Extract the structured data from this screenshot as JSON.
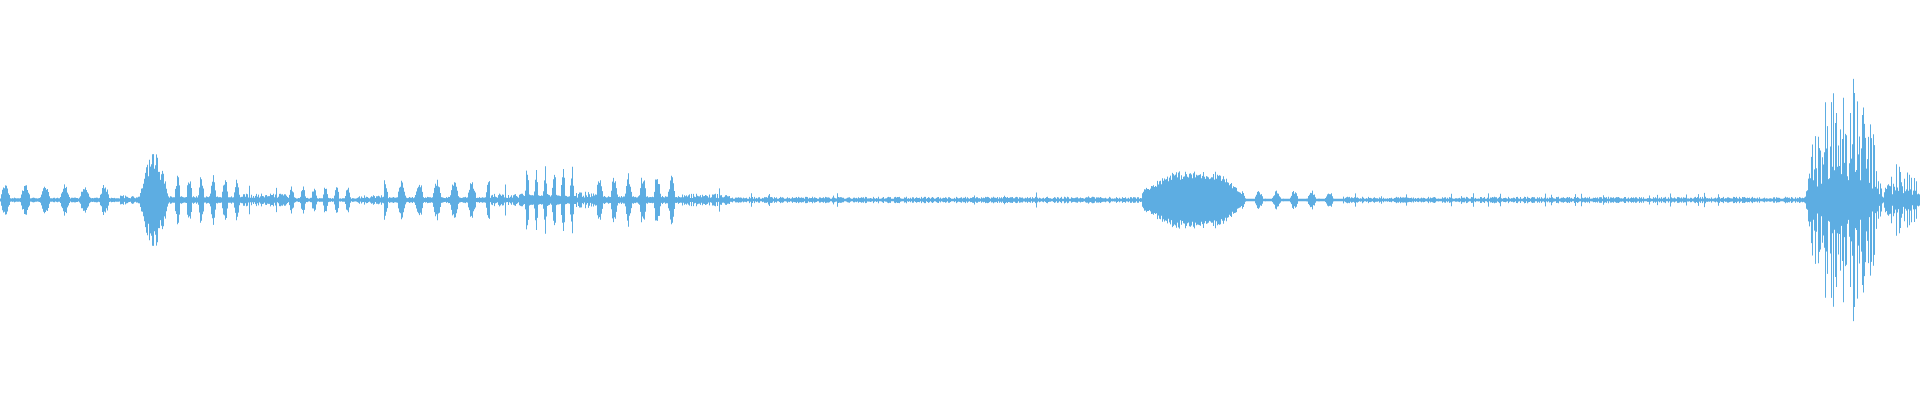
{
  "waveform": {
    "color": "#5dade2",
    "background": "#ffffff",
    "baseline_amplitude": 0.008,
    "segments": [
      {
        "start": 0.0,
        "end": 0.062,
        "amplitude": 0.1,
        "pattern": "bursts"
      },
      {
        "start": 0.062,
        "end": 0.072,
        "amplitude": 0.03,
        "pattern": "quiet"
      },
      {
        "start": 0.072,
        "end": 0.088,
        "amplitude": 0.3,
        "pattern": "peak"
      },
      {
        "start": 0.088,
        "end": 0.125,
        "amplitude": 0.16,
        "pattern": "bursts"
      },
      {
        "start": 0.125,
        "end": 0.15,
        "amplitude": 0.04,
        "pattern": "quiet"
      },
      {
        "start": 0.15,
        "end": 0.185,
        "amplitude": 0.09,
        "pattern": "bursts"
      },
      {
        "start": 0.185,
        "end": 0.2,
        "amplitude": 0.03,
        "pattern": "quiet"
      },
      {
        "start": 0.2,
        "end": 0.255,
        "amplitude": 0.13,
        "pattern": "bursts"
      },
      {
        "start": 0.255,
        "end": 0.272,
        "amplitude": 0.04,
        "pattern": "quiet"
      },
      {
        "start": 0.272,
        "end": 0.3,
        "amplitude": 0.22,
        "pattern": "bursts"
      },
      {
        "start": 0.3,
        "end": 0.31,
        "amplitude": 0.05,
        "pattern": "quiet"
      },
      {
        "start": 0.31,
        "end": 0.355,
        "amplitude": 0.17,
        "pattern": "bursts"
      },
      {
        "start": 0.355,
        "end": 0.38,
        "amplitude": 0.04,
        "pattern": "quiet"
      },
      {
        "start": 0.38,
        "end": 0.595,
        "amplitude": 0.02,
        "pattern": "quiet"
      },
      {
        "start": 0.595,
        "end": 0.645,
        "amplitude": 0.18,
        "pattern": "plateau"
      },
      {
        "start": 0.645,
        "end": 0.7,
        "amplitude": 0.06,
        "pattern": "bursts"
      },
      {
        "start": 0.7,
        "end": 0.94,
        "amplitude": 0.02,
        "pattern": "quiet"
      },
      {
        "start": 0.94,
        "end": 0.98,
        "amplitude": 0.8,
        "pattern": "spiky"
      },
      {
        "start": 0.98,
        "end": 1.0,
        "amplitude": 0.25,
        "pattern": "spiky"
      }
    ]
  }
}
